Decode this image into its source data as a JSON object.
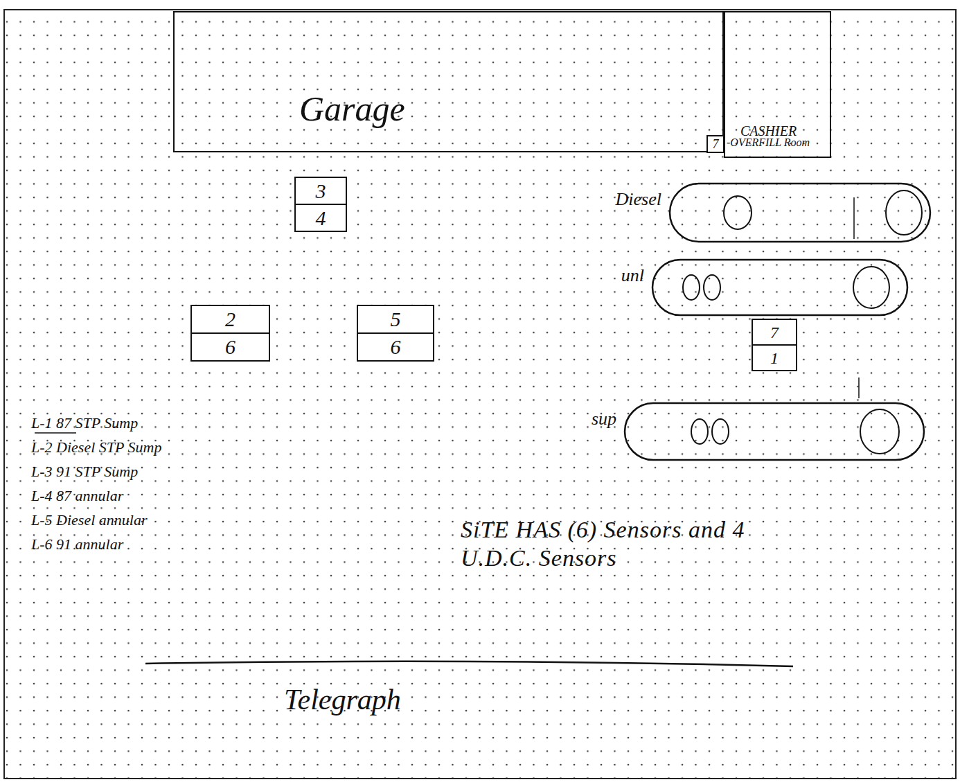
{
  "diagram": {
    "nodes": [
      {
        "text": [
          "Garage"
        ]
      },
      {
        "text": [
          "CASHIER"
        ]
      },
      {
        "text": [
          "7"
        ]
      },
      {
        "text": [
          "3",
          "4"
        ]
      },
      {
        "text": [
          "Diesel"
        ]
      },
      {
        "text": [
          "unl"
        ]
      },
      {
        "text": [
          "2",
          "6"
        ]
      },
      {
        "text": [
          "5",
          "6"
        ]
      },
      {
        "text": [
          "7",
          "1"
        ]
      },
      {
        "text": [
          "sup"
        ]
      }
    ],
    "labels": [
      "-OVERFILL Room",
      "L-1 87 STP Sump",
      "L-2 Diesel STP Sump",
      "L-3 91 STP Sump",
      "L-4 87 annular",
      "L-5 Diesel annular",
      "L-6 91 annular",
      "SiTE HAS (6) Sensors and 4 U.D.C. Sensors",
      "Telegraph"
    ]
  }
}
